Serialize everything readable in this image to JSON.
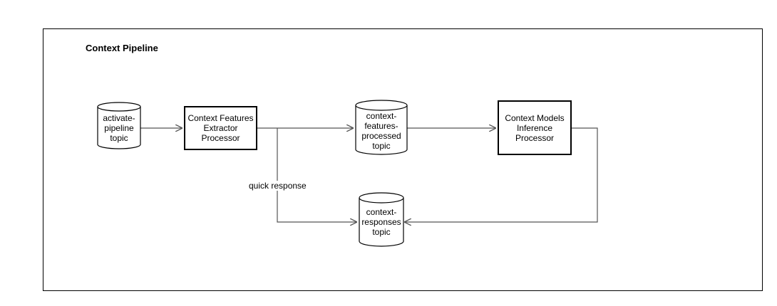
{
  "diagram": {
    "title": "Context Pipeline",
    "nodes": {
      "activate": {
        "lines": [
          "activate-",
          "pipeline",
          "topic"
        ],
        "shape": "cylinder"
      },
      "extractor": {
        "lines": [
          "Context Features",
          "Extractor",
          "Processor"
        ],
        "shape": "box"
      },
      "processed": {
        "lines": [
          "context-",
          "features-",
          "processed",
          "topic"
        ],
        "shape": "cylinder"
      },
      "inference": {
        "lines": [
          "Context Models",
          "Inference",
          "Processor"
        ],
        "shape": "box"
      },
      "responses": {
        "lines": [
          "context-",
          "responses",
          "topic"
        ],
        "shape": "cylinder"
      }
    },
    "edges": [
      {
        "from": "activate",
        "to": "extractor",
        "label": ""
      },
      {
        "from": "extractor",
        "to": "processed",
        "label": ""
      },
      {
        "from": "processed",
        "to": "inference",
        "label": ""
      },
      {
        "from": "extractor",
        "to": "responses",
        "label": "quick response"
      },
      {
        "from": "inference",
        "to": "responses",
        "label": ""
      }
    ],
    "colors": {
      "stroke": "#000000",
      "edge": "#555555",
      "background": "#ffffff"
    }
  }
}
